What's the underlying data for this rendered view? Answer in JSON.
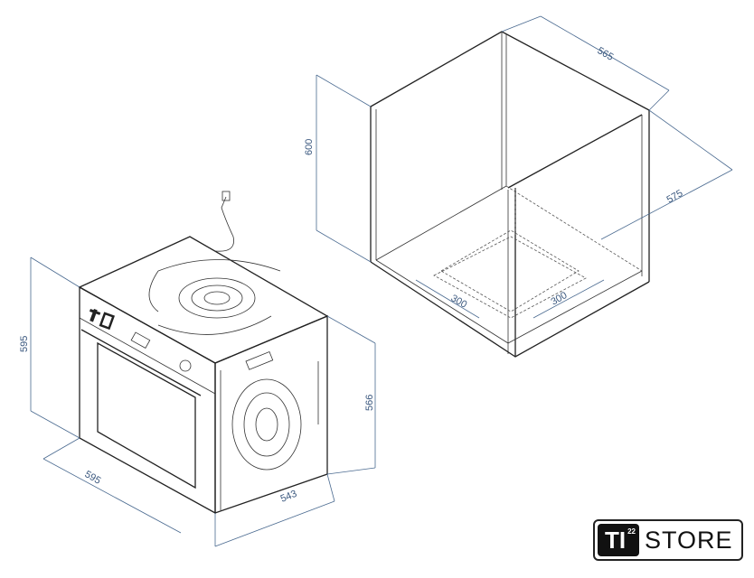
{
  "dimensions": {
    "oven_height": "595",
    "oven_width": "595",
    "oven_depth": "543",
    "oven_body_height": "566",
    "niche_height": "600",
    "niche_width": "565",
    "niche_depth": "575",
    "vent_width": "300",
    "vent_depth": "300"
  },
  "logo": {
    "brand": "TI",
    "superscript": "22",
    "suffix": "STORE"
  }
}
